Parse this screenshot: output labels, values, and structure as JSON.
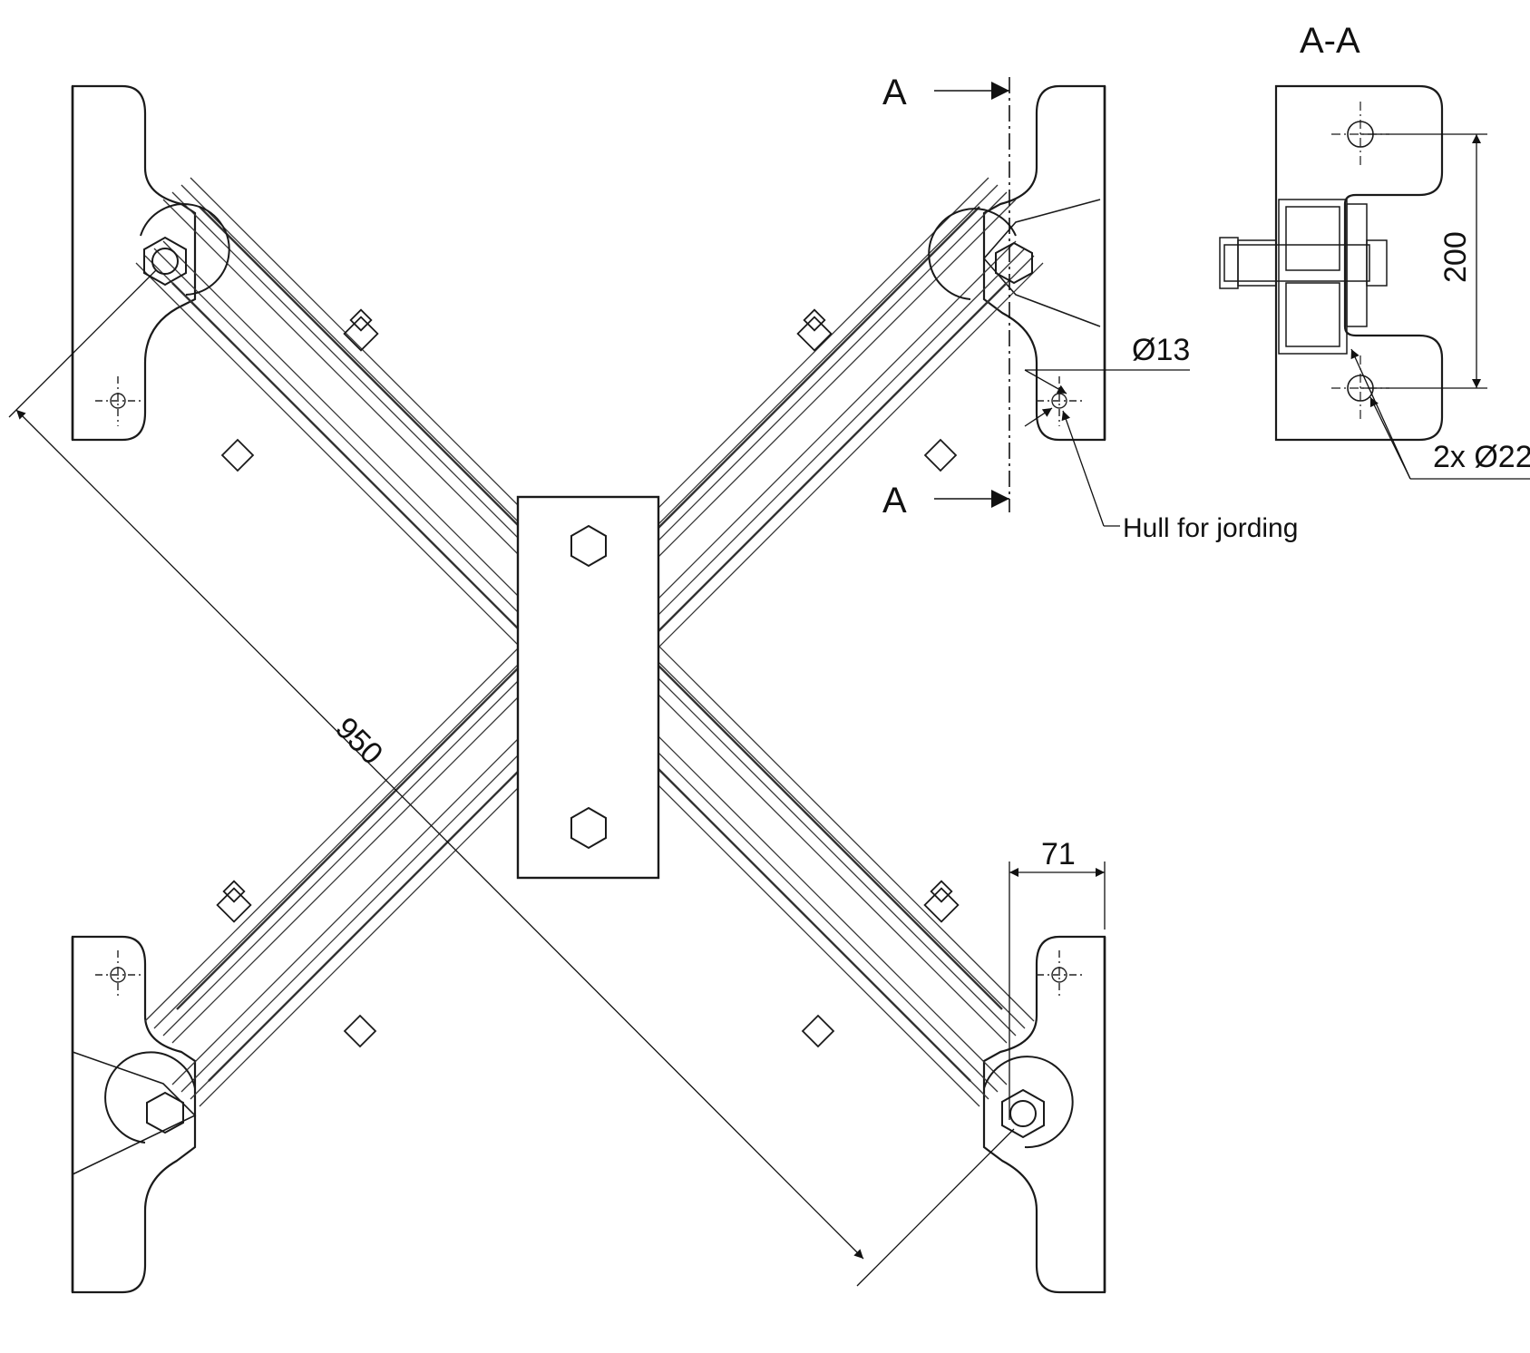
{
  "title": "A-A",
  "section_markers": {
    "top": "A",
    "bottom": "A"
  },
  "dimensions": {
    "diagonal": "950",
    "offset": "71",
    "hole_spacing": "200",
    "small_hole": "Ø13",
    "large_holes": "2x Ø22"
  },
  "annotations": {
    "ground_hole": "Hull for jording"
  },
  "colors": {
    "line": "#1a1a1a",
    "centerline": "#222222",
    "background": "#ffffff"
  }
}
